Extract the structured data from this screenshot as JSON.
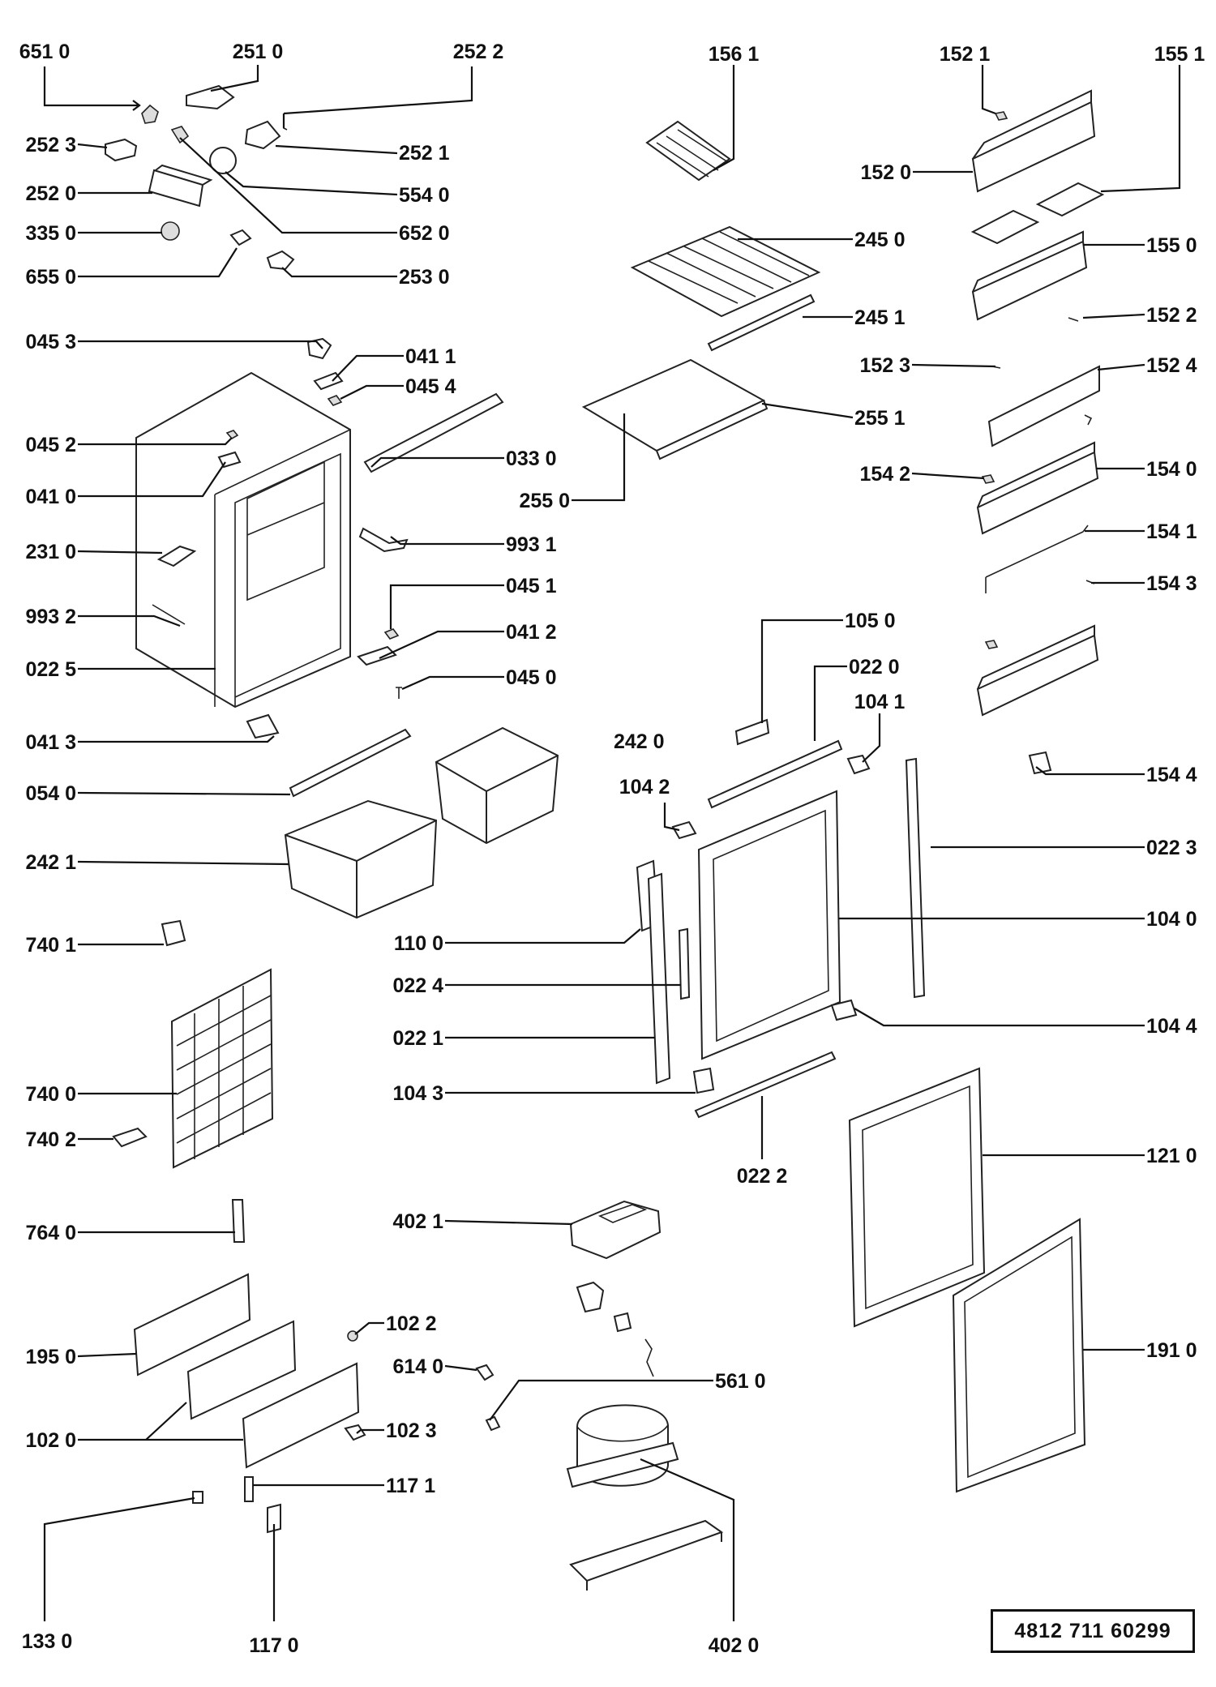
{
  "doc_number": "4812  711  60299",
  "labels": [
    "651 0",
    "251 0",
    "252  2",
    "156 1",
    "152  1",
    "155 1",
    "252 3",
    "252 1",
    "252 0",
    "554 0",
    "152  0",
    "335 0",
    "652 0",
    "245 0",
    "155 0",
    "655 0",
    "253 0",
    "245 1",
    "152 2",
    "045 3",
    "041 1",
    "152 3",
    "152 4",
    "045 4",
    "255 1",
    "045 2",
    "033 0",
    "154 2",
    "154 0",
    "041 0",
    "255 0",
    "993 1",
    "154 1",
    "231 0",
    "045 1",
    "154 3",
    "993 2",
    "041 2",
    "105 0",
    "022 5",
    "045 0",
    "022 0",
    "104 1",
    "041 3",
    "242 0",
    "054 0",
    "104 2",
    "154 4",
    "242 1",
    "022 3",
    "740 1",
    "110 0",
    "104 0",
    "022 4",
    "022 1",
    "104 4",
    "740 0",
    "104 3",
    "740 2",
    "022 2",
    "121 0",
    "764 0",
    "402 1",
    "102 2",
    "195 0",
    "614 0",
    "561 0",
    "191 0",
    "102 0",
    "102 3",
    "117 1",
    "133  0",
    "117 0",
    "402  0"
  ]
}
